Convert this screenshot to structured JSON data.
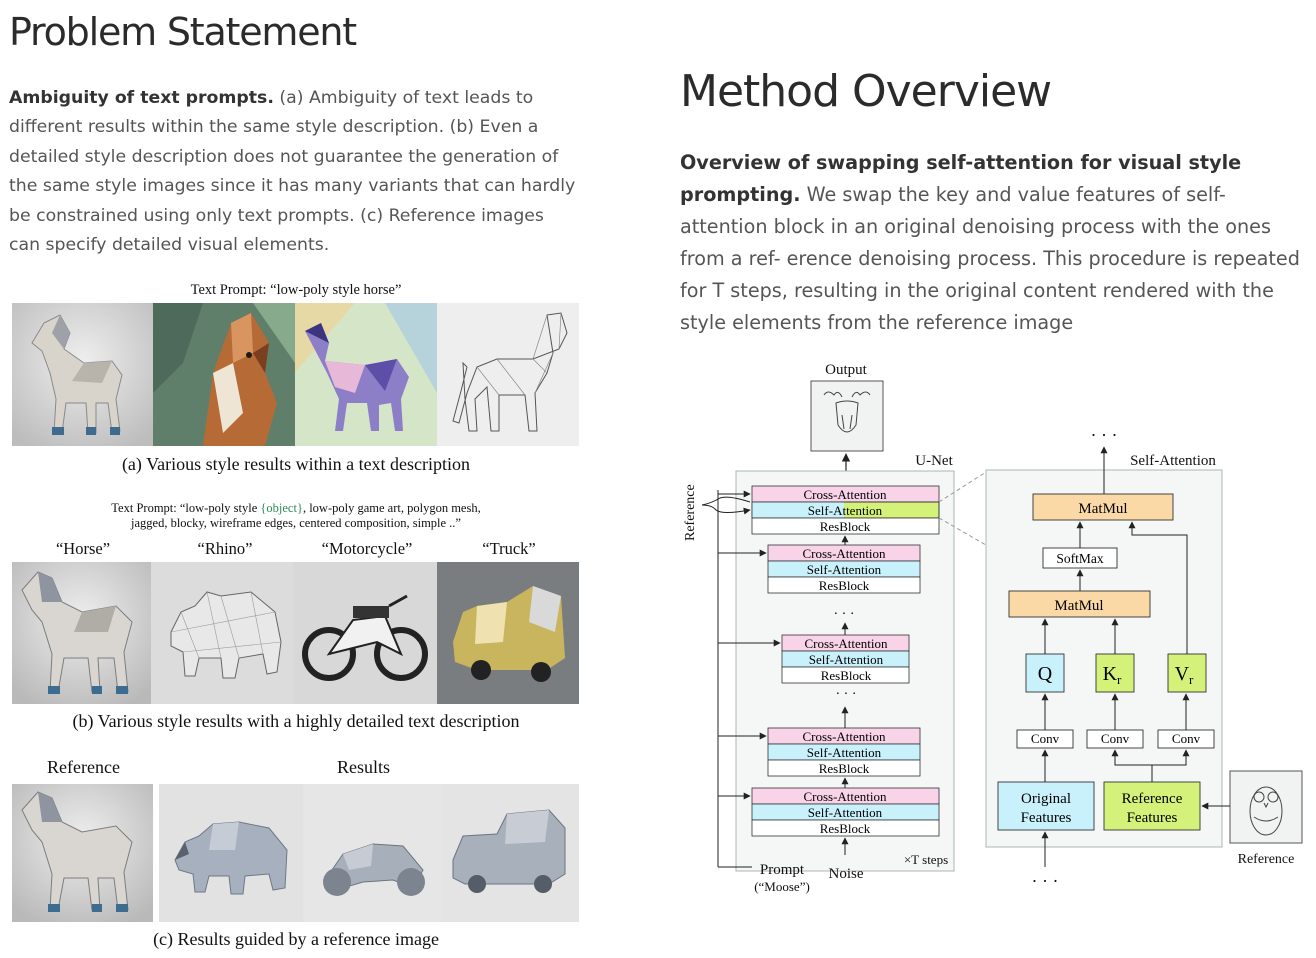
{
  "problem": {
    "heading": "Problem Statement",
    "bold_lead": "Ambiguity of text prompts.",
    "body": " (a) Ambiguity of text leads to different results within the same style description. (b) Even a detailed style description does not guarantee the generation of the same style images since it has many variants that can hardly be constrained using only text prompts. (c) Reference images can specify detailed visual elements."
  },
  "figure_left": {
    "a_prompt": "Text Prompt: “low-poly style horse”",
    "a_caption": "(a) Various style results within a text description",
    "b_prompt_prefix": "Text Prompt: “low-poly style ",
    "b_prompt_object": "{object}",
    "b_prompt_suffix": ", low-poly game art, polygon mesh,",
    "b_prompt_line2": "jagged, blocky, wireframe edges, centered composition, simple ..”",
    "b_labels": [
      "“Horse”",
      "“Rhino”",
      "“Motorcycle”",
      "“Truck”"
    ],
    "b_caption": "(b) Various style results with a highly detailed text description",
    "c_reference_label": "Reference",
    "c_results_label": "Results",
    "c_caption": "(c) Results guided by a reference image"
  },
  "method": {
    "heading": "Method Overview",
    "bold_lead": "Overview of swapping self-attention for visual style prompting.",
    "body": " We swap the key and value features of self-attention block in an original denoising process with the ones from a ref- erence denoising process. This procedure is repeated for T steps, resulting in the original content rendered with the style elements from the reference image"
  },
  "diagram": {
    "output": "Output",
    "unet": "U-Net",
    "reference_side": "Reference",
    "cross_attention": "Cross-Attention",
    "self_attention": "Self-Attention",
    "resblock": "ResBlock",
    "dots": "· · ·",
    "prompt": "Prompt",
    "prompt_value": "(“Moose”)",
    "noise": "Noise",
    "t_steps": "×T steps",
    "self_attention_title": "Self-Attention",
    "matmul": "MatMul",
    "softmax": "SoftMax",
    "q": "Q",
    "k": "K",
    "k_sub": "r",
    "v": "V",
    "v_sub": "r",
    "conv": "Conv",
    "original_features_1": "Original",
    "original_features_2": "Features",
    "reference_features_1": "Reference",
    "reference_features_2": "Features",
    "reference_image_label": "Reference",
    "top_dots": "· · ·",
    "bottom_dots": "· · ·"
  },
  "colors": {
    "cross_attention": "#f9d3e8",
    "self_attention_outer": "#c8f1fb",
    "self_attention_highlight": "#d4f27a",
    "matmul": "#fbd9a6",
    "q_box": "#c8f1fb",
    "kv_box": "#d4f27a",
    "panel_bg": "#f4f7f5"
  }
}
